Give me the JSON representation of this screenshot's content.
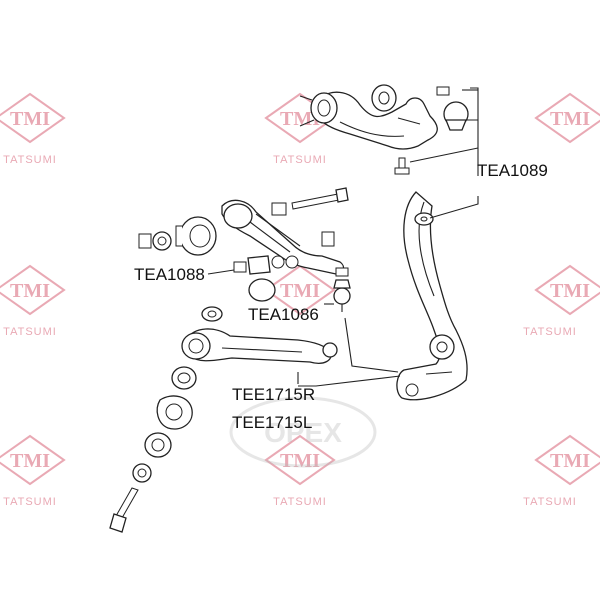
{
  "watermark": {
    "logo_text": "TMI",
    "brand_text": "TATSUMI",
    "color": "#e9a9b4",
    "emblem_text": "ОРЕХ"
  },
  "labels": {
    "tea1089": "TEA1089",
    "tea1088": "TEA1088",
    "tea1086": "TEA1086",
    "tee1715r": "TEE1715R",
    "tee1715l": "TEE1715L"
  }
}
